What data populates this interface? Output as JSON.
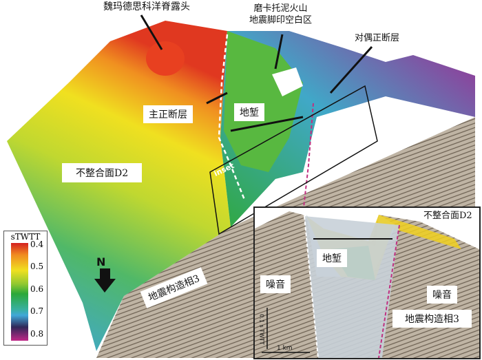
{
  "labels": {
    "ridge_outcrop": "魏玛德思科洋脊露头",
    "mud_volcano": "磨卡托泥火山\n地震脚印空白区",
    "mud_volcano_line1": "磨卡托泥火山",
    "mud_volcano_line2": "地震脚印空白区",
    "conjugate_fault": "对偶正断层",
    "main_fault": "主正断层",
    "graben": "地堑",
    "unconformity": "不整合面D2",
    "seismic_facies": "地震构造相3",
    "north": "N",
    "inset_tag": "inset"
  },
  "legend": {
    "title": "sTWTT",
    "ticks": [
      "0.4",
      "0.5",
      "0.6",
      "0.7",
      "0.8"
    ]
  },
  "inset": {
    "unconformity": "不整合面D2",
    "graben": "地堑",
    "noise_left": "噪音",
    "noise_right": "噪音",
    "seismic_facies": "地震构造相3",
    "scale_vertical": "0.1 s TWTT",
    "scale_horizontal": "1 km"
  }
}
